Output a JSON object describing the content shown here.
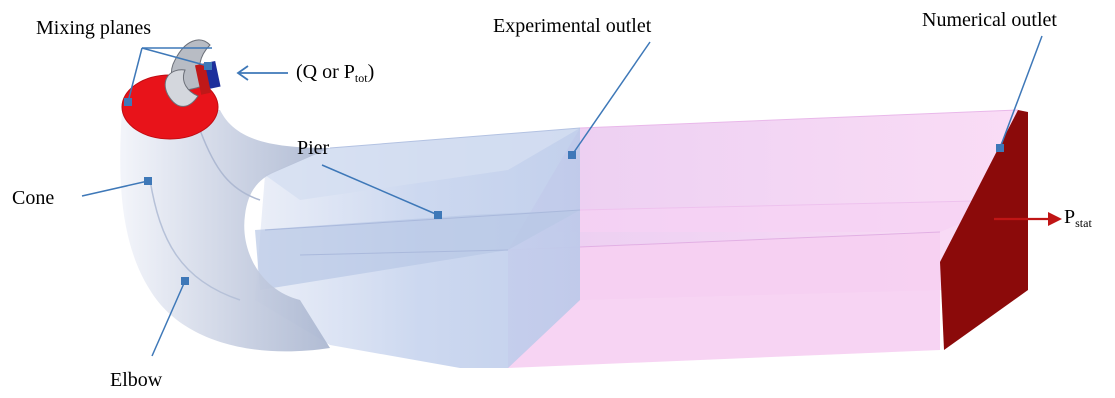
{
  "labels": {
    "mixing_planes": "Mixing planes",
    "inlet_prefix": "(Q or P",
    "inlet_sub": "tot",
    "inlet_suffix": ")",
    "experimental_outlet": "Experimental outlet",
    "numerical_outlet": "Numerical outlet",
    "pier": "Pier",
    "cone": "Cone",
    "elbow": "Elbow",
    "pressure_main": "P",
    "pressure_sub": "stat"
  },
  "colors": {
    "draft_tube": "#c9d6ef",
    "extension": "#f5cdf2",
    "mixing_plane": "#e8131a",
    "outlet_face": "#8b0a0a",
    "leader_line": "#3e78b8",
    "marker": "#3e78b8",
    "inlet_arrow": "#3e78b8",
    "pressure_arrow": "#c01515",
    "runner_blue": "#1d2f9c"
  }
}
